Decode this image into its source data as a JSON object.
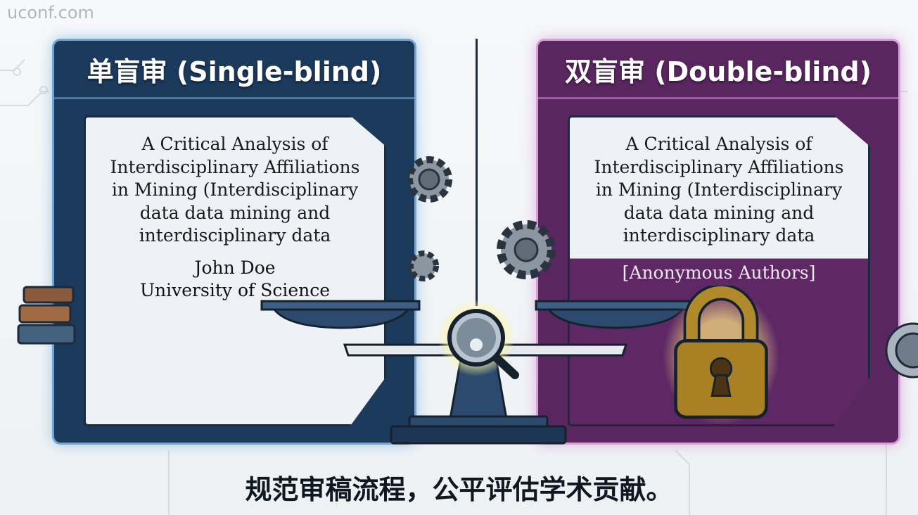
{
  "watermark": "uconf.com",
  "left_panel": {
    "title": "单盲审 (Single-blind)",
    "paper_title_lines": [
      "A Critical Analysis of",
      "Interdisciplinary Affiliations",
      "in Mining (Interdisciplinary",
      "data data mining and",
      "interdisciplinary data"
    ],
    "author": "John Doe",
    "affiliation": "University of Science",
    "color": "#1b3a5c"
  },
  "right_panel": {
    "title": "双盲审 (Double-blind)",
    "paper_title_lines": [
      "A Critical Analysis of",
      "Interdisciplinary Affiliations",
      "in Mining (Interdisciplinary",
      "data data mining and",
      "interdisciplinary data"
    ],
    "author": "[Anonymous Authors]",
    "color": "#5a2660"
  },
  "icons": [
    "balance-scale-icon",
    "magnifier-icon",
    "padlock-icon",
    "gear-icon",
    "books-icon"
  ],
  "caption": "规范审稿流程，公平评估学术贡献。"
}
